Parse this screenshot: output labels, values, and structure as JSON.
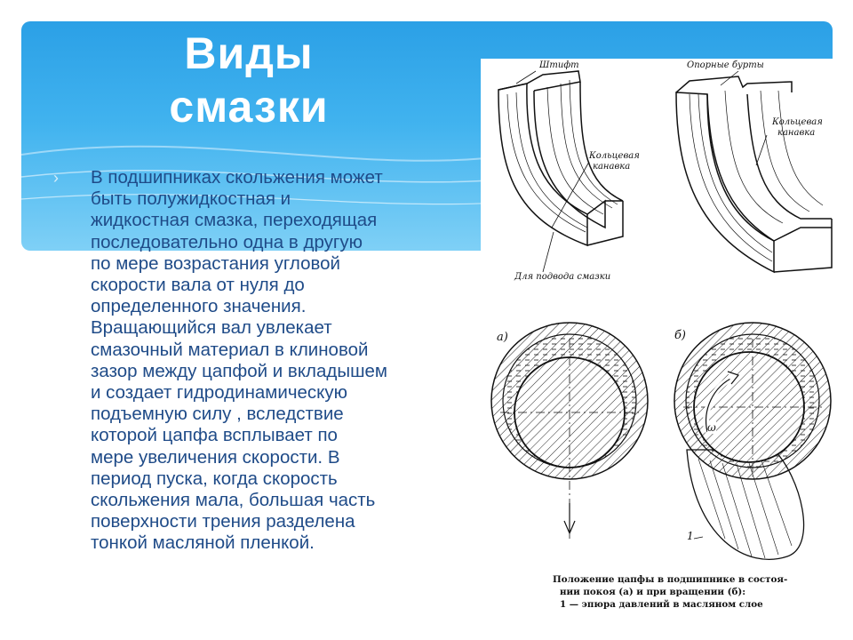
{
  "slide": {
    "title_line1": "Виды",
    "title_line2": "смазки",
    "body": "В подшипниках скольжения может\nбыть полужидкостная и\nжидкостная смазка, переходящая\nпоследовательно одна в другую\nпо мере возрастания  угловой\nскорости вала от нуля до\nопределенного значения.\nВращающийся вал увлекает\nсмазочный материал в клиновой\nзазор между цапфой и вкладышем\n  и создает  гидродинамическую\nподъемную силу , вследствие\nкоторой  цапфа всплывает  по\nмере увеличения скорости. В\nпериод пуска, когда скорость\nскольжения мала, большая часть\nповерхности трения разделена\nтонкой масляной пленкой.",
    "colors": {
      "banner": "#2ba0e6",
      "text": "#1f4b88",
      "title": "#ffffff"
    }
  },
  "figure": {
    "labels": {
      "pin": "Штифт",
      "support_collars": "Опорные бурты",
      "ring_groove_left_1": "Кольцевая",
      "ring_groove_left_2": "канавка",
      "ring_groove_right_1": "Кольцевая",
      "ring_groove_right_2": "канавка",
      "lube_supply": "Для подвода смазки",
      "a": "а)",
      "b": "б)",
      "omega": "ω",
      "one": "1"
    },
    "caption_line1": "Положение цапфы в подшипнике в состоя-",
    "caption_line2": "нии покоя (а) и при вращении (б):",
    "caption_line3": "1 — эпюра давлений в масляном слое"
  }
}
